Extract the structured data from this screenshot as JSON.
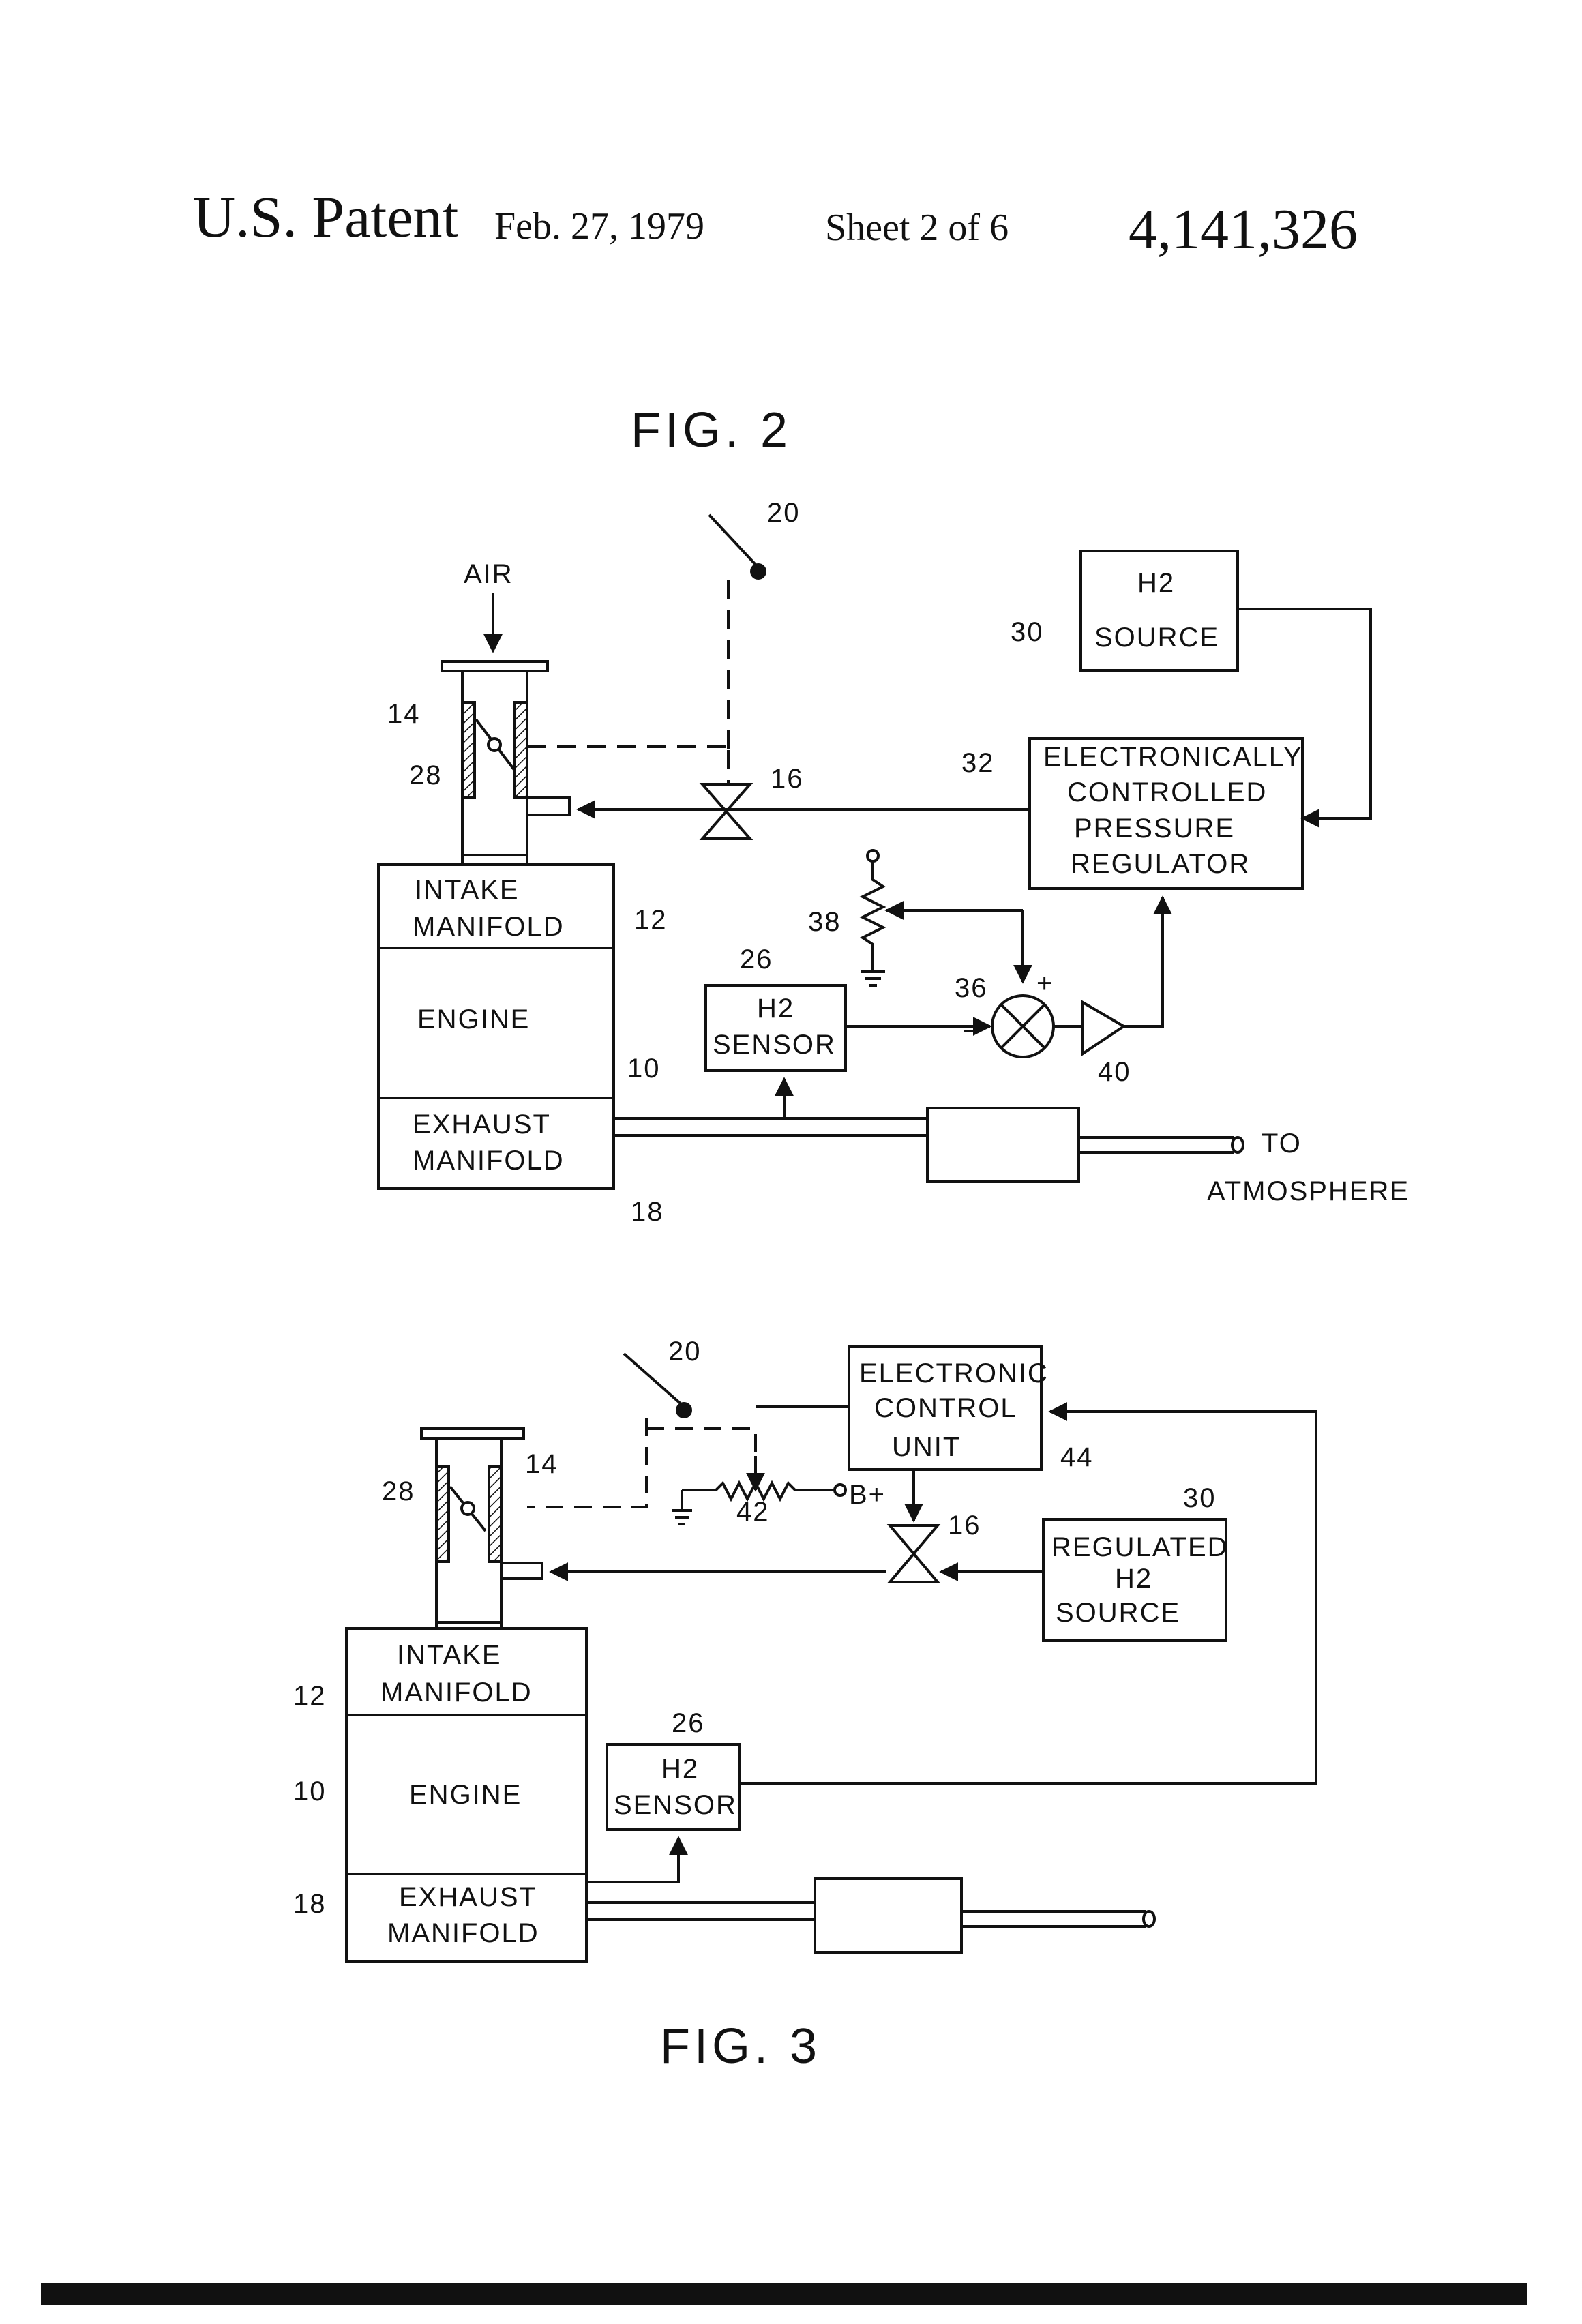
{
  "header": {
    "patent": "U.S. Patent",
    "date": "Feb. 27, 1979",
    "sheet": "Sheet 2 of 6",
    "number": "4,141,326"
  },
  "fig2": {
    "title": "FIG. 2",
    "air": "AIR",
    "h2_source_line1": "H2",
    "h2_source_line2": "SOURCE",
    "regulator_line1": "ELECTRONICALLY",
    "regulator_line2": "CONTROLLED",
    "regulator_line3": "PRESSURE",
    "regulator_line4": "REGULATOR",
    "intake_line1": "INTAKE",
    "intake_line2": "MANIFOLD",
    "engine": "ENGINE",
    "exhaust_line1": "EXHAUST",
    "exhaust_line2": "MANIFOLD",
    "sensor_line1": "H2",
    "sensor_line2": "SENSOR",
    "to": "TO",
    "atmosphere": "ATMOSPHERE",
    "plus": "+",
    "minus": "−",
    "refs": {
      "r20": "20",
      "r30": "30",
      "r14": "14",
      "r28": "28",
      "r16": "16",
      "r32": "32",
      "r12": "12",
      "r38": "38",
      "r26": "26",
      "r36": "36",
      "r10": "10",
      "r40": "40",
      "r18": "18"
    }
  },
  "fig3": {
    "title": "FIG. 3",
    "ecu_line1": "ELECTRONIC",
    "ecu_line2": "CONTROL",
    "ecu_line3": "UNIT",
    "source_line1": "REGULATED",
    "source_line2": "H2",
    "source_line3": "SOURCE",
    "intake_line1": "INTAKE",
    "intake_line2": "MANIFOLD",
    "engine": "ENGINE",
    "exhaust_line1": "EXHAUST",
    "exhaust_line2": "MANIFOLD",
    "sensor_line1": "H2",
    "sensor_line2": "SENSOR",
    "bplus": "B+",
    "refs": {
      "r20": "20",
      "r14": "14",
      "r28": "28",
      "r44": "44",
      "r42": "42",
      "r16": "16",
      "r30": "30",
      "r12": "12",
      "r10": "10",
      "r26": "26",
      "r18": "18"
    }
  }
}
